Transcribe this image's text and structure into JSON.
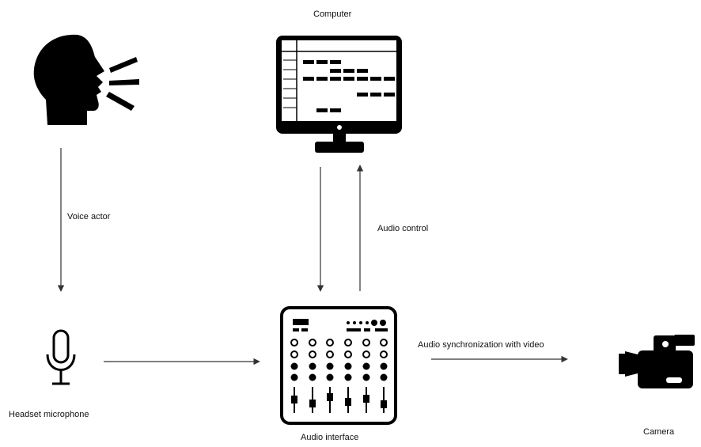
{
  "labels": {
    "computer": "Computer",
    "voice_actor": "Voice actor",
    "audio_control": "Audio control",
    "audio_sync": "Audio synchronization with video",
    "headset_microphone": "Headset microphone",
    "audio_interface": "Audio interface",
    "camera": "Camera"
  },
  "icons": {
    "speaker": "speaking-head-icon",
    "computer": "computer-monitor-icon",
    "microphone": "microphone-icon",
    "mixer": "audio-mixer-icon",
    "camera": "video-camera-icon"
  },
  "colors": {
    "ink": "#000000",
    "line": "#333333",
    "background": "#ffffff"
  }
}
